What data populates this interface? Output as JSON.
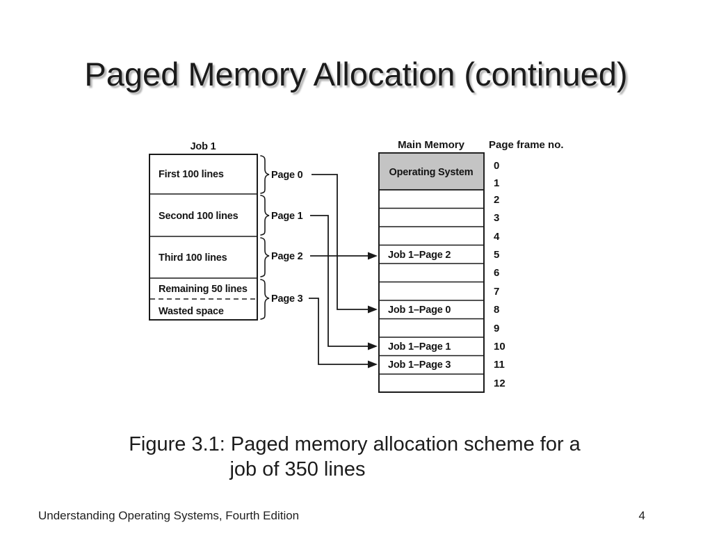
{
  "slide": {
    "title": "Paged Memory Allocation (continued)",
    "caption_line1": "Figure 3.1: Paged memory allocation scheme for a",
    "caption_line2": "job of 350 lines",
    "footer_text": "Understanding Operating Systems, Fourth Edition",
    "page_number": "4"
  },
  "diagram": {
    "colors": {
      "os_fill": "#c4c4c4",
      "line": "#1a1a1a"
    },
    "job_box": {
      "title": "Job 1",
      "sections": [
        {
          "label": "First 100 lines"
        },
        {
          "label": "Second 100 lines"
        },
        {
          "label": "Third 100 lines"
        },
        {
          "label": "Remaining 50 lines"
        },
        {
          "label": "Wasted space"
        }
      ]
    },
    "pages": [
      {
        "label": "Page 0"
      },
      {
        "label": "Page 1"
      },
      {
        "label": "Page 2"
      },
      {
        "label": "Page 3"
      }
    ],
    "memory": {
      "header": "Main Memory",
      "frame_header": "Page frame no.",
      "os_label": "Operating System",
      "frames": [
        {
          "no": "0",
          "label": ""
        },
        {
          "no": "1",
          "label": ""
        },
        {
          "no": "2",
          "label": ""
        },
        {
          "no": "3",
          "label": ""
        },
        {
          "no": "4",
          "label": ""
        },
        {
          "no": "5",
          "label": "Job 1–Page 2"
        },
        {
          "no": "6",
          "label": ""
        },
        {
          "no": "7",
          "label": ""
        },
        {
          "no": "8",
          "label": "Job 1–Page 0"
        },
        {
          "no": "9",
          "label": ""
        },
        {
          "no": "10",
          "label": "Job 1–Page 1"
        },
        {
          "no": "11",
          "label": "Job 1–Page 3"
        },
        {
          "no": "12",
          "label": ""
        }
      ]
    }
  }
}
